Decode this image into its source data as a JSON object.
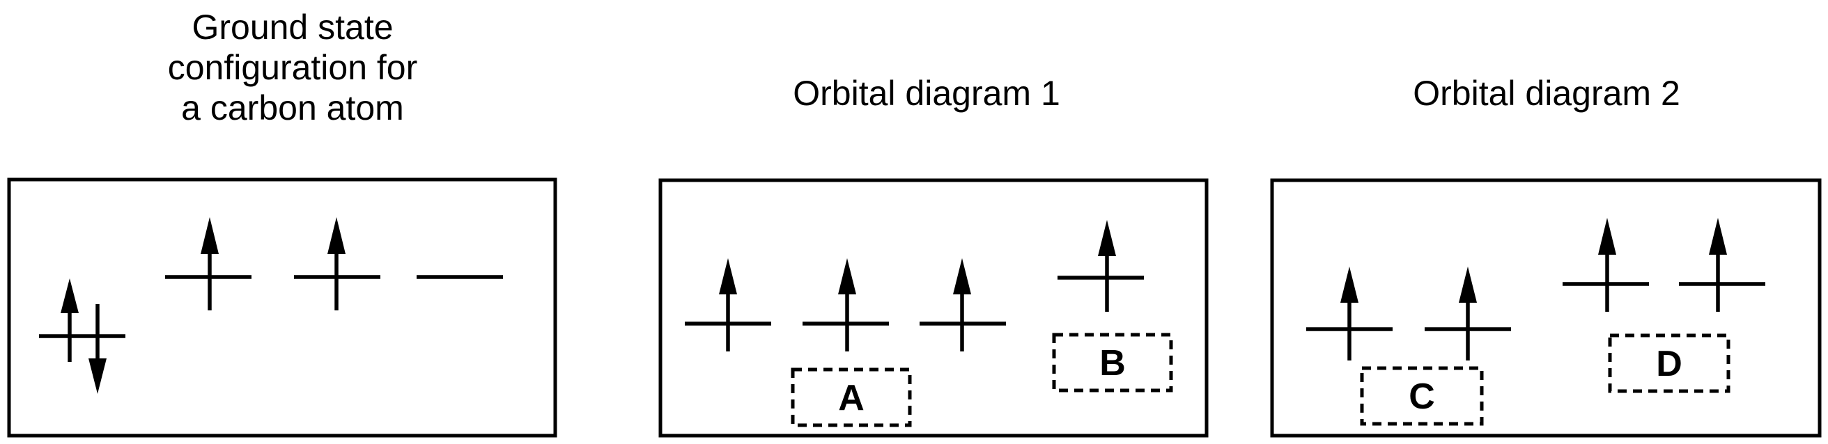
{
  "panels": [
    {
      "title_lines": [
        "Ground state",
        "configuration for",
        "a carbon atom"
      ]
    },
    {
      "title_lines": [
        "Orbital diagram 1"
      ],
      "box_labels": [
        "A",
        "B"
      ]
    },
    {
      "title_lines": [
        "Orbital diagram 2"
      ],
      "box_labels": [
        "C",
        "D"
      ]
    }
  ]
}
